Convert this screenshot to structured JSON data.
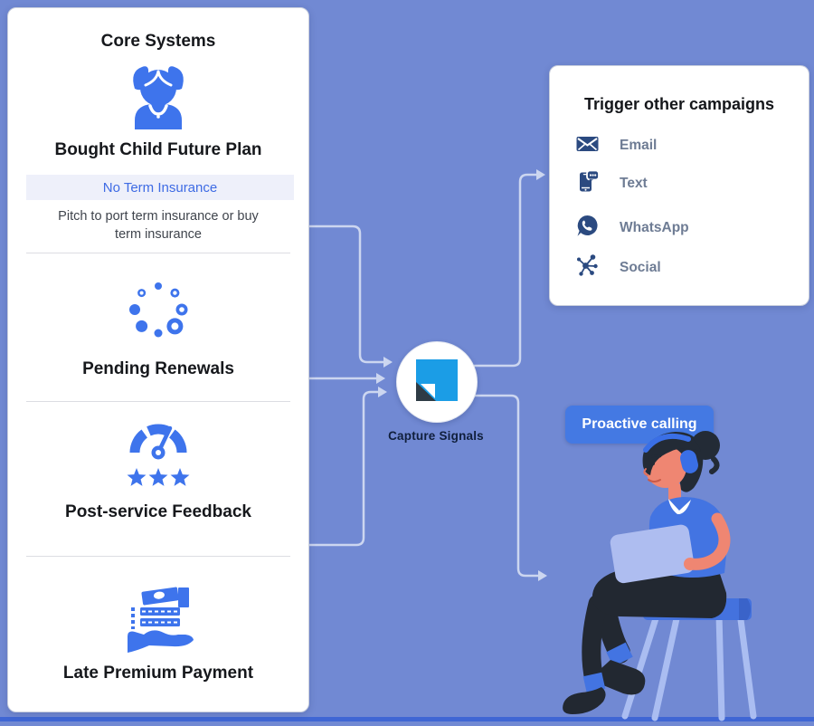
{
  "app": {
    "background_color": "#7189d3",
    "bottom_bar_color": "#3f66d4"
  },
  "core_systems": {
    "title": "Core Systems",
    "sections": [
      {
        "icon": "child-icon",
        "title": "Bought Child Future Plan",
        "highlight": "No Term Insurance",
        "description": "Pitch to port term insurance or buy term insurance"
      },
      {
        "icon": "pending-renewals-icon",
        "title": "Pending Renewals"
      },
      {
        "icon": "feedback-gauge-icon",
        "title": "Post-service Feedback"
      },
      {
        "icon": "late-payment-icon",
        "title": "Late Premium Payment"
      }
    ]
  },
  "capture_node": {
    "label": "Capture Signals",
    "logo": "leadsquared-logo",
    "logo_blue": "#1b9de6",
    "logo_dark": "#2e3b45"
  },
  "campaigns": {
    "title": "Trigger other campaigns",
    "items": [
      {
        "icon": "email-icon",
        "label": "Email"
      },
      {
        "icon": "text-icon",
        "label": "Text"
      },
      {
        "icon": "whatsapp-icon",
        "label": "WhatsApp"
      },
      {
        "icon": "social-icon",
        "label": "Social"
      }
    ]
  },
  "proactive": {
    "label": "Proactive calling",
    "color": "#4479e3"
  },
  "illustration": {
    "name": "support-agent-on-stool"
  },
  "colors": {
    "accent_blue": "#3e74ec",
    "navy_icon": "#2b4a80",
    "highlight_bg": "#eef0fa",
    "highlight_text": "#3e6be4",
    "connector": "#ccd6f0",
    "label_gray": "#6e7c94"
  }
}
